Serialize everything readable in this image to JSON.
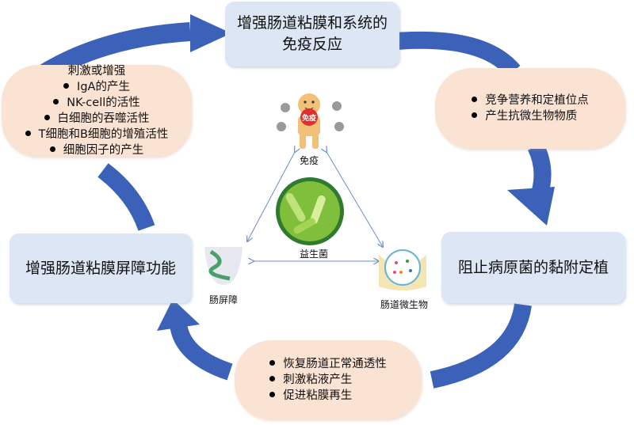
{
  "colors": {
    "arrow": "#3b62b8",
    "blue_box": "#dde6f4",
    "peach_box": "#fbe3d3",
    "thin_arrow": "#6b8dc8"
  },
  "boxes": {
    "top": "增强肠道粘膜和系统的免疫反应",
    "right": "阻止病原菌的黏附定植",
    "left": "增强肠道粘膜屏障功能"
  },
  "lists": {
    "left": {
      "heading": "刺激或增强",
      "items": [
        "IgA的产生",
        "NK-cell的活性",
        "白细胞的吞噬活性",
        "T细胞和B细胞的增殖活性",
        "细胞因子的产生"
      ]
    },
    "right": {
      "items": [
        "竞争营养和定植位点",
        "产生抗微生物物质"
      ]
    },
    "bottom": {
      "items": [
        "恢复肠道正常通透性",
        "刺激粘液产生",
        "促进粘膜再生"
      ]
    }
  },
  "center": {
    "immunity_badge": "免疫",
    "immunity": "免疫",
    "probiotics": "益生菌",
    "barrier": "肠屏障",
    "microbiota": "肠道微生物"
  }
}
